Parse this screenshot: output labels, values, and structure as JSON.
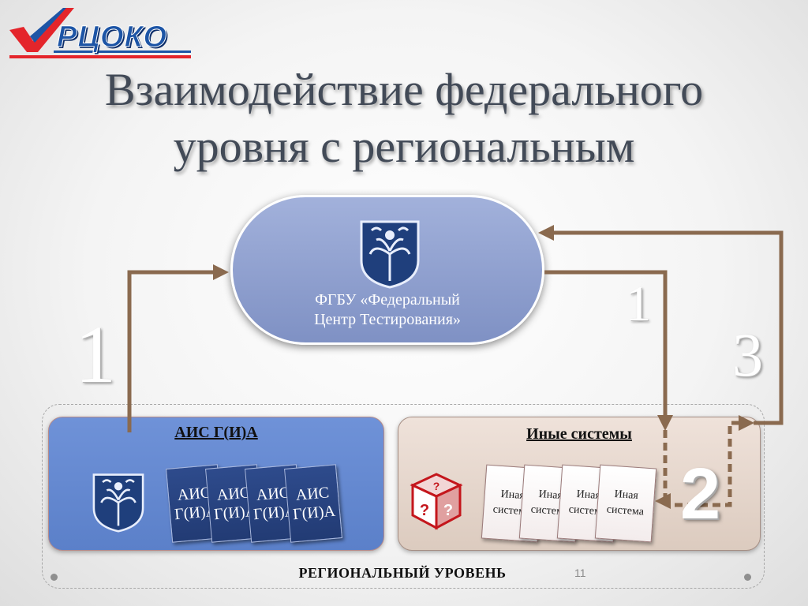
{
  "logo": {
    "text": "РЦОКО"
  },
  "title": {
    "line1": "Взаимодействие федерального",
    "line2": "уровня с региональным"
  },
  "federal": {
    "label_line1": "ФГБУ «Федеральный",
    "label_line2": "Центр Тестирования»"
  },
  "arrow_numbers": {
    "left": "1",
    "right": "1",
    "three": "3",
    "two": "2"
  },
  "ais": {
    "title": "АИС Г(И)А",
    "cards": [
      {
        "label": "АИС Г(И)А"
      },
      {
        "label": "АИС Г(И)А"
      },
      {
        "label": "АИС Г(И)А"
      },
      {
        "label": "АИС Г(И)А"
      }
    ]
  },
  "other_systems": {
    "title": "Иные системы",
    "cards": [
      {
        "label": "Иная система"
      },
      {
        "label": "Иная система"
      },
      {
        "label": "Иная система"
      },
      {
        "label": "Иная система"
      }
    ]
  },
  "regional_level": {
    "label": "РЕГИОНАЛЬНЫЙ УРОВЕНЬ"
  },
  "page_number": "11",
  "colors": {
    "title_text": "#424a57",
    "federal_oval": "#8e9fd0",
    "ais_panel": "#6488d0",
    "ais_card": "#2a4583",
    "other_panel": "#e6d7ce",
    "arrow": "#8a6a4f",
    "logo_blue": "#1d55a6",
    "logo_red": "#e4252b"
  },
  "icons": {
    "logo_mark": "check-mark-icon",
    "emblem": "coat-of-arms-icon",
    "cube": "question-cube-icon"
  }
}
